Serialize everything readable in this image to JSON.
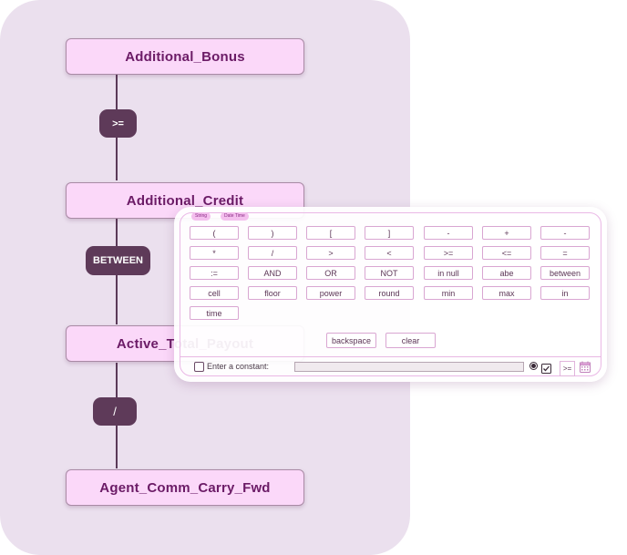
{
  "flow": {
    "nodes": [
      "Additional_Bonus",
      "Additional_Credit",
      "Active_Total_Payout",
      "Agent_Comm_Carry_Fwd"
    ],
    "operators": [
      ">=",
      "BETWEEN",
      "/"
    ]
  },
  "panel": {
    "chips": [
      "String",
      "Date Time"
    ],
    "keys": [
      "(",
      ")",
      "[",
      "]",
      "-",
      "+",
      "-",
      "*",
      "/",
      ">",
      "<",
      ">=",
      "<=",
      "=",
      ":=",
      "AND",
      "OR",
      "NOT",
      "in null",
      "abe",
      "between",
      "cell",
      "floor",
      "power",
      "round",
      "min",
      "max",
      "in",
      "time"
    ],
    "backspace_label": "backspace",
    "clear_label": "clear",
    "constant_label": "Enter a constant:",
    "constant_value": "",
    "operator_button_label": ">="
  },
  "colors": {
    "canvas": "#ebe0ee",
    "node_fill": "#fbd8f9",
    "node_text": "#6b1b66",
    "operator_fill": "#5e3a59",
    "accent": "#e8b8e3"
  },
  "icons": {
    "radio": "radio-selected-icon",
    "check": "checkbox-checked-icon",
    "calendar": "calendar-icon"
  }
}
